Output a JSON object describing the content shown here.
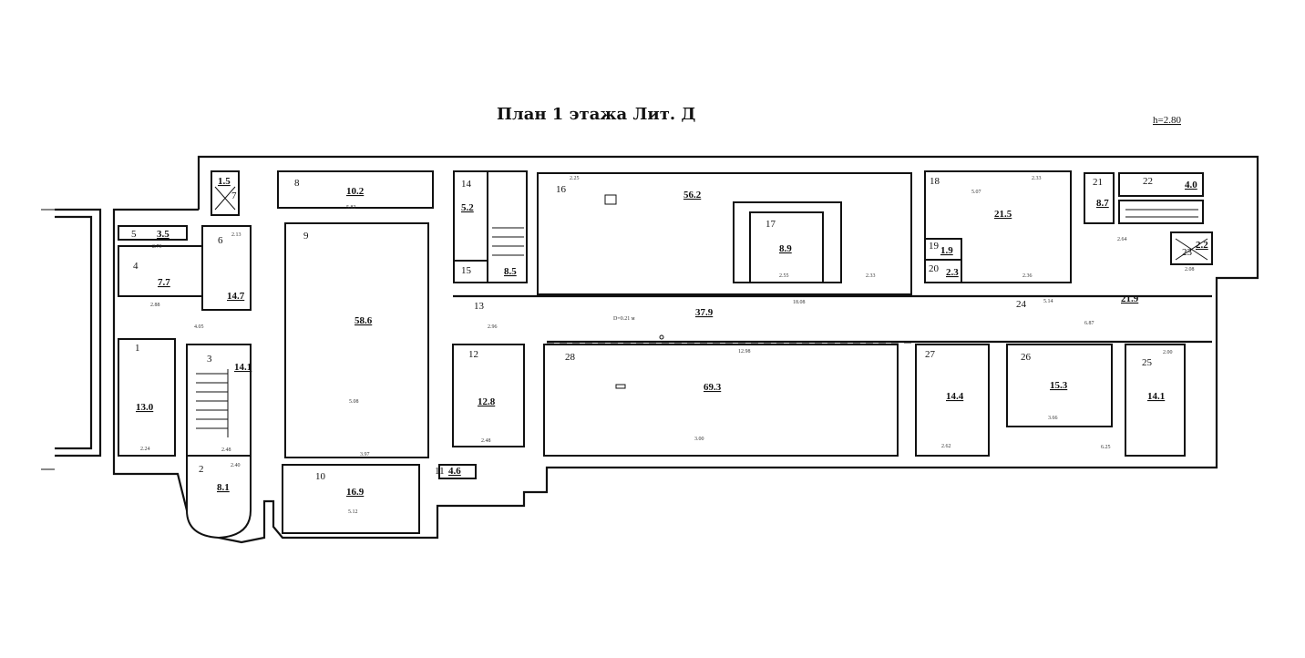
{
  "header": {
    "title": "План 1 этажа   Лит. Д",
    "ceiling_height": "h=2.80"
  },
  "rooms": [
    {
      "number": "1",
      "area": "13.0"
    },
    {
      "number": "2",
      "area": "8.1"
    },
    {
      "number": "3",
      "area": "14.1"
    },
    {
      "number": "4",
      "area": "7.7"
    },
    {
      "number": "5",
      "area": "3.5"
    },
    {
      "number": "6",
      "area": "14.7"
    },
    {
      "number": "7",
      "area": "1.5"
    },
    {
      "number": "8",
      "area": "10.2"
    },
    {
      "number": "9",
      "area": "58.6"
    },
    {
      "number": "10",
      "area": "16.9"
    },
    {
      "number": "11",
      "area": "4.6"
    },
    {
      "number": "12",
      "area": "12.8"
    },
    {
      "number": "13",
      "area": "37.9"
    },
    {
      "number": "14",
      "area": "5.2"
    },
    {
      "number": "15",
      "area": "8.5"
    },
    {
      "number": "16",
      "area": "56.2"
    },
    {
      "number": "17",
      "area": "8.9"
    },
    {
      "number": "18",
      "area": "21.5"
    },
    {
      "number": "19",
      "area": "1.9"
    },
    {
      "number": "20",
      "area": "2.3"
    },
    {
      "number": "21",
      "area": "8.7"
    },
    {
      "number": "22",
      "area": "4.0"
    },
    {
      "number": "23",
      "area": "2.2"
    },
    {
      "number": "24",
      "area": "21.9"
    },
    {
      "number": "25",
      "area": "14.1"
    },
    {
      "number": "26",
      "area": "15.3"
    },
    {
      "number": "27",
      "area": "14.4"
    },
    {
      "number": "28",
      "area": "69.3"
    }
  ],
  "dimensions": {
    "d8": "5.82",
    "d9a": "5.08",
    "d9b": "3.97",
    "d10": "5.12",
    "d12": "2.48",
    "d1": "2.24",
    "d3": "2.48",
    "d2": "2.40",
    "d4": "2.88",
    "d6a": "2.13",
    "d6b": "4.05",
    "d5": "2.73",
    "d13": "2.96",
    "d16": "2.25",
    "d17": "2.55",
    "d17b": "2.33",
    "d13b": "18.08",
    "d28a": "12.98",
    "d28b": "3.00",
    "d18a": "5.07",
    "d18b": "2.33",
    "d18c": "2.36",
    "d24a": "5.14",
    "d24b": "6.87",
    "d21": "2.64",
    "d23": "2.08",
    "d25a": "2.00",
    "d25b": "6.25",
    "d27": "2.62",
    "d26": "3.66",
    "pipe": "D=0.21 м"
  }
}
